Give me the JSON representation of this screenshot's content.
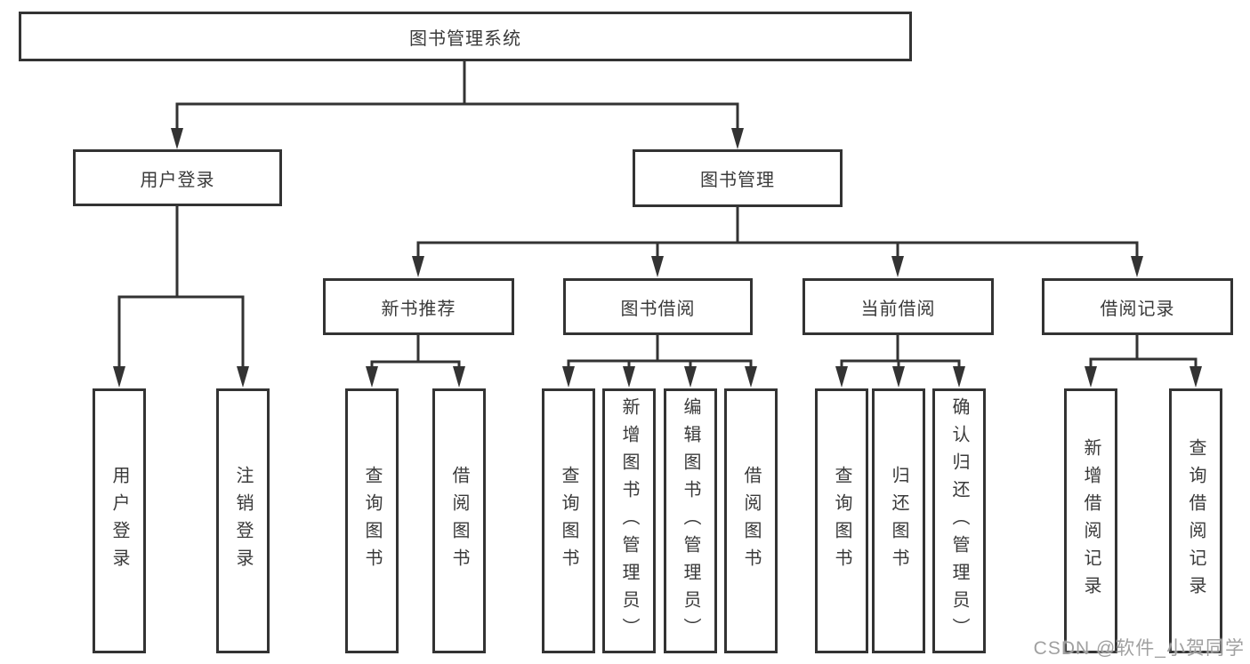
{
  "tree": {
    "root": {
      "label": "图书管理系统"
    },
    "branches": [
      {
        "label": "用户登录",
        "children": [
          {
            "label": "用户登录"
          },
          {
            "label": "注销登录"
          }
        ]
      },
      {
        "label": "图书管理",
        "children": [
          {
            "label": "新书推荐",
            "children": [
              {
                "label": "查询图书"
              },
              {
                "label": "借阅图书"
              }
            ]
          },
          {
            "label": "图书借阅",
            "children": [
              {
                "label": "查询图书"
              },
              {
                "label": "新增图书（管理员）"
              },
              {
                "label": "编辑图书（管理员）"
              },
              {
                "label": "借阅图书"
              }
            ]
          },
          {
            "label": "当前借阅",
            "children": [
              {
                "label": "查询图书"
              },
              {
                "label": "归还图书"
              },
              {
                "label": "确认归还（管理员）"
              }
            ]
          },
          {
            "label": "借阅记录",
            "children": [
              {
                "label": "新增借阅记录"
              },
              {
                "label": "查询借阅记录"
              }
            ]
          }
        ]
      }
    ]
  },
  "watermark": {
    "text": "CSDN @软件_小贺同学"
  },
  "colors": {
    "line": "#333333",
    "border": "#333333",
    "text": "#3a3a3a",
    "watermark": "#9b9b9b",
    "background": "#ffffff"
  }
}
